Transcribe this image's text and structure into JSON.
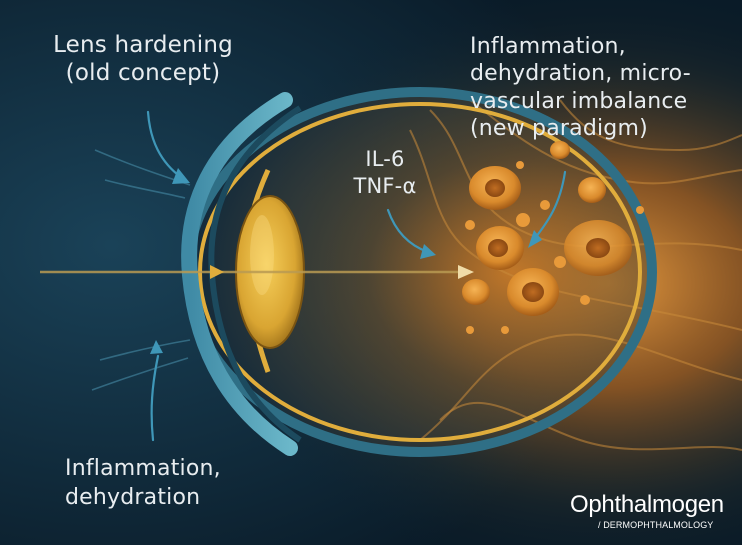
{
  "labels": {
    "top_left": [
      "Lens hardening",
      "(old concept)"
    ],
    "top_right": [
      "Inflammation,",
      "dehydration, micro-",
      "vascular imbalance",
      "(new paradigm)"
    ],
    "cytokines": [
      "IL-6",
      "TNF-α"
    ],
    "bottom_left": [
      "Inflammation,",
      "dehydration"
    ]
  },
  "brand": {
    "name": "Ophthalmogen",
    "tagline": "/ DERMOPHTHALMOLOGY"
  },
  "colors": {
    "background": "#0b1e2c",
    "eye_outline": "#4a93ab",
    "lens_gold": "#e3b53d",
    "inflammation_orange": "#e08a2a",
    "arrow_blue": "#3f97b8",
    "text": "#e8edf0"
  }
}
